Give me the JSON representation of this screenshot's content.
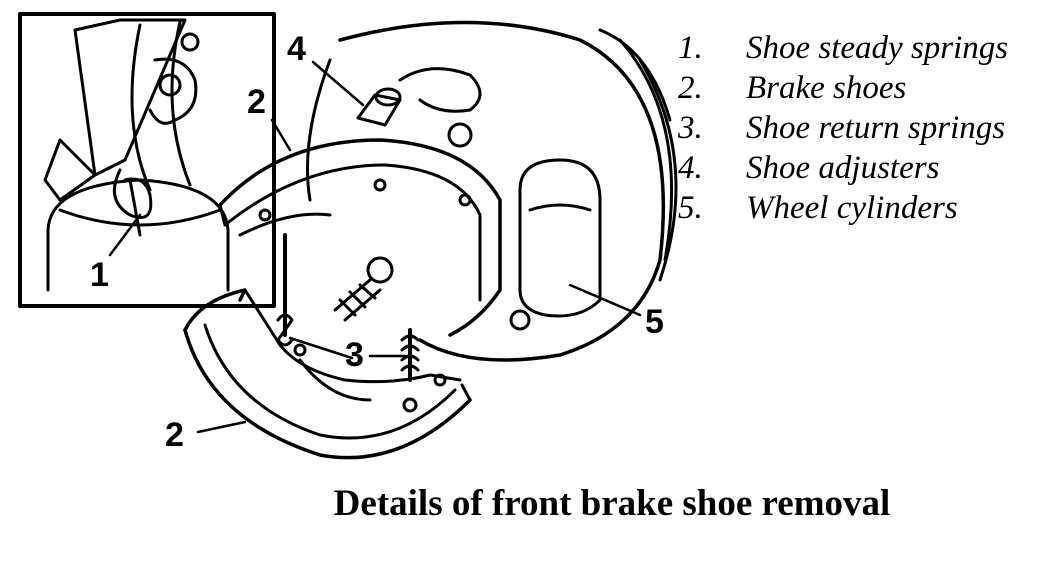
{
  "legend": [
    {
      "num": "1.",
      "label": "Shoe steady springs"
    },
    {
      "num": "2.",
      "label": "Brake shoes"
    },
    {
      "num": "3.",
      "label": "Shoe return springs"
    },
    {
      "num": "4.",
      "label": "Shoe adjusters"
    },
    {
      "num": "5.",
      "label": "Wheel cylinders"
    }
  ],
  "callouts": {
    "inset_1": "1",
    "upper_shoe_2": "2",
    "lower_shoe_2": "2",
    "return_spring_3": "3",
    "adjuster_4": "4",
    "wheel_cylinder_5": "5"
  },
  "caption": "Details of front brake shoe removal",
  "colors": {
    "ink": "#000000",
    "paper": "#ffffff"
  }
}
